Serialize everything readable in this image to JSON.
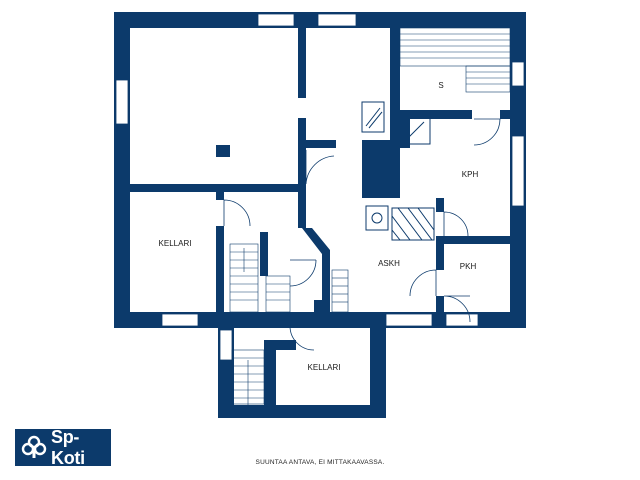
{
  "colors": {
    "wall": "#0c3a6b",
    "window": "#ffffff",
    "background": "#ffffff"
  },
  "rooms": [
    {
      "id": "s",
      "label": "S"
    },
    {
      "id": "kph",
      "label": "KPH"
    },
    {
      "id": "kellari-left",
      "label": "KELLARI"
    },
    {
      "id": "askh",
      "label": "ASKH"
    },
    {
      "id": "pkh",
      "label": "PKH"
    },
    {
      "id": "kellari-bottom",
      "label": "KELLARI"
    }
  ],
  "footer": {
    "note": "SUUNTAA ANTAVA, EI MITTAKAAVASSA."
  },
  "logo": {
    "text": "Sp-Koti",
    "icon": "sp-koti-logo-icon"
  }
}
